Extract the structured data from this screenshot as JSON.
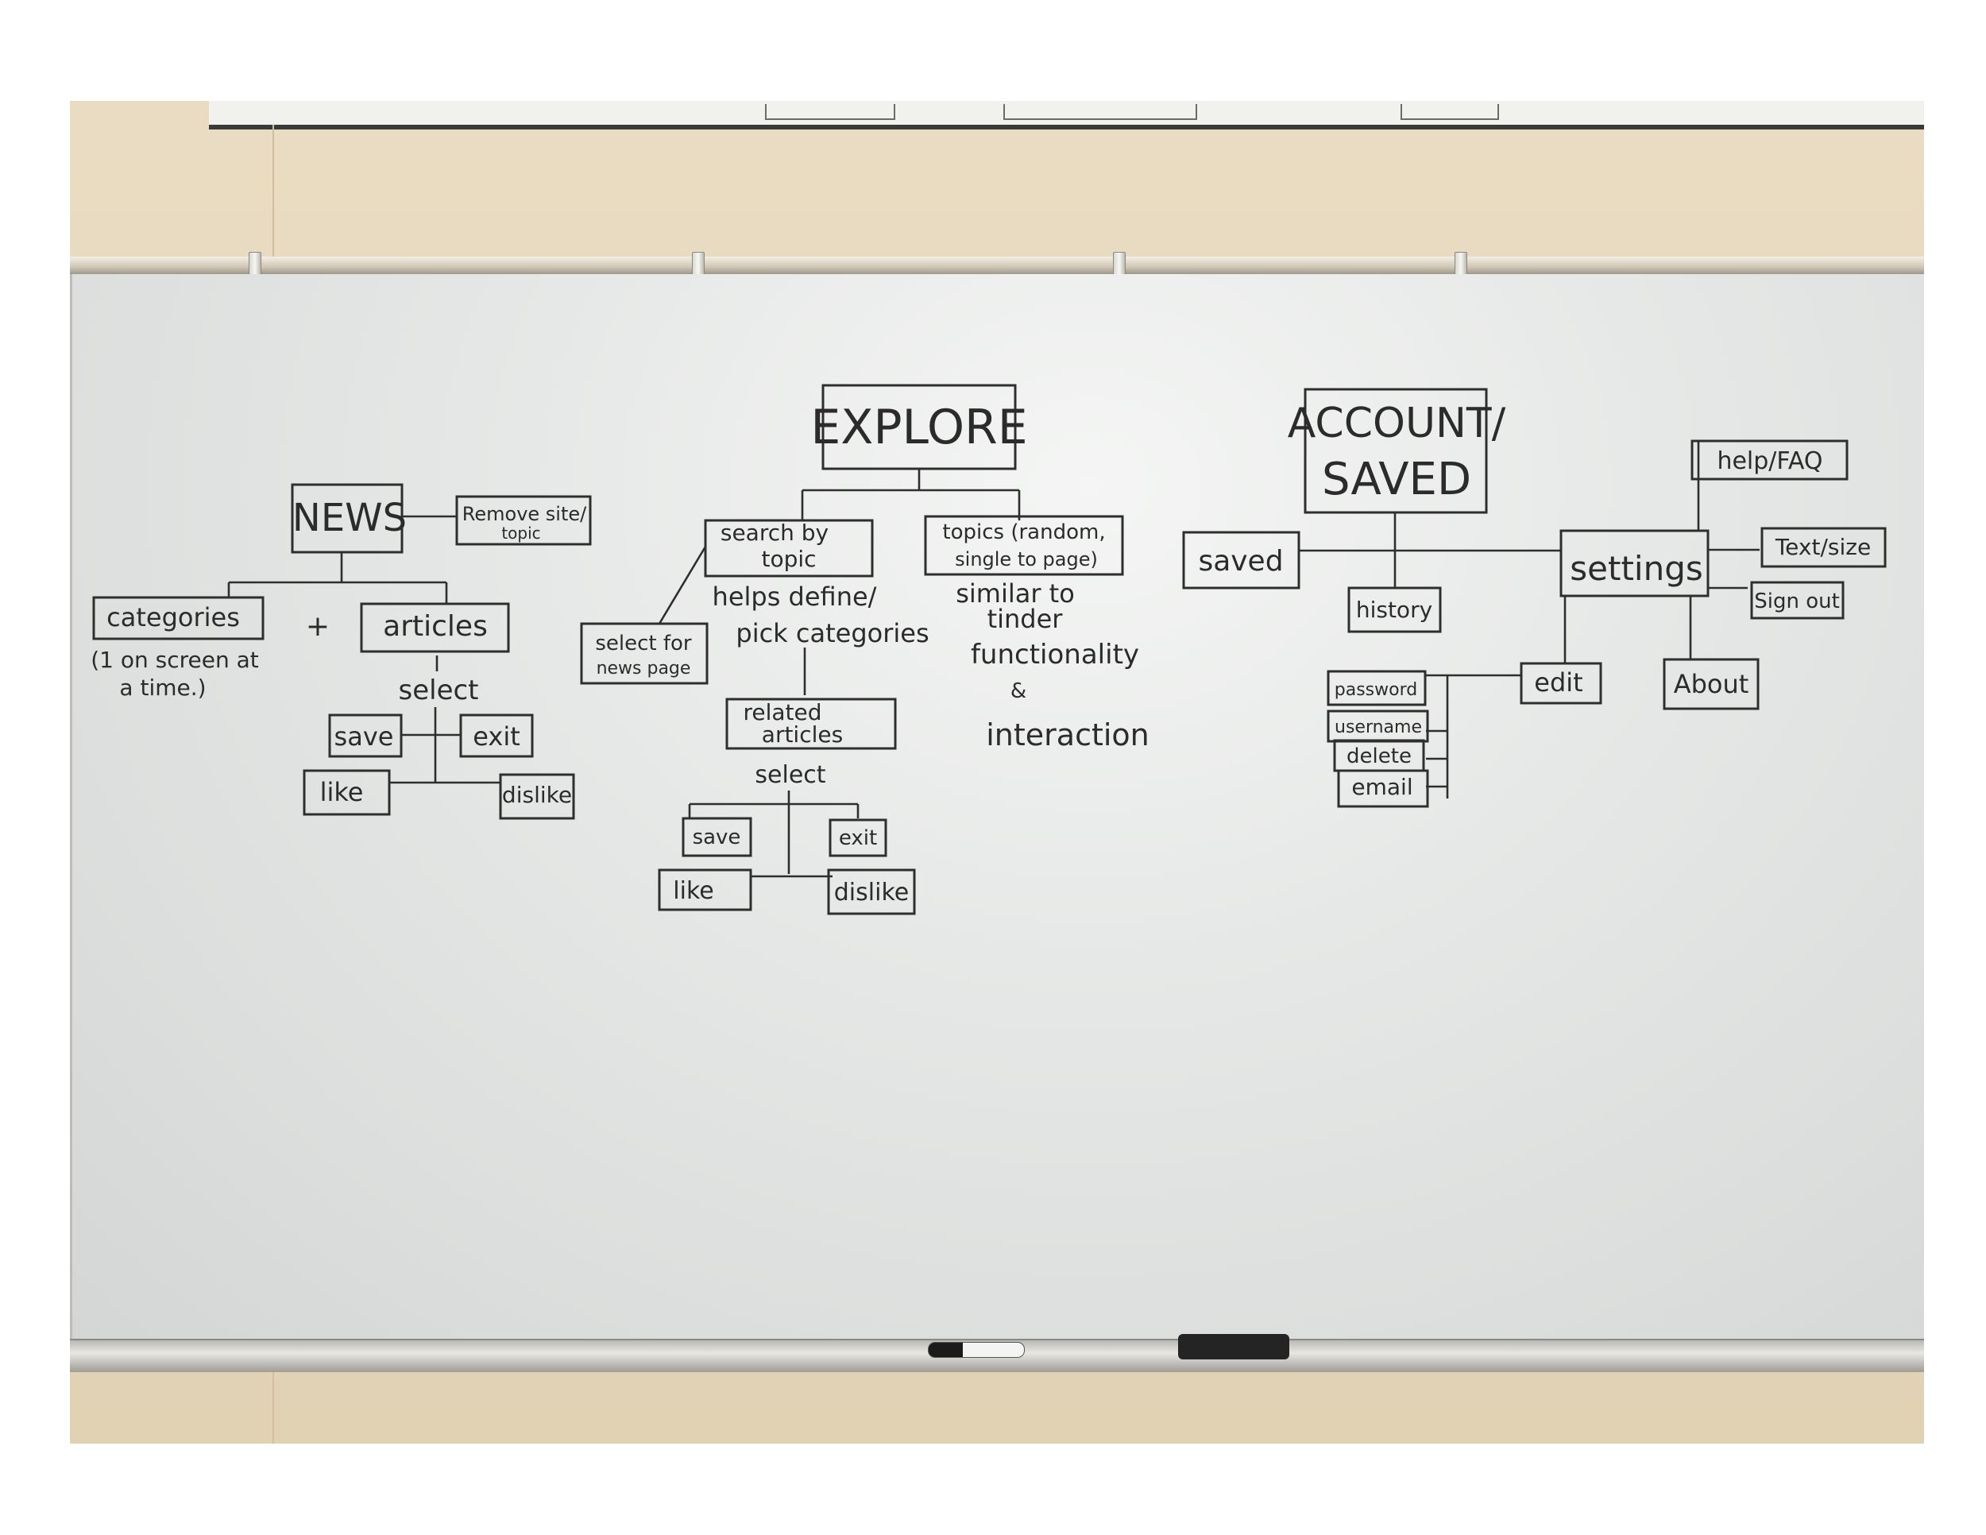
{
  "diagram": {
    "explore": {
      "title": "EXPLORE",
      "search_by_topic": [
        "search by",
        "topic"
      ],
      "topics_random": [
        "topics (random,",
        "single to page)"
      ],
      "helps_define": [
        "helps define/",
        "pick categories"
      ],
      "select_for_news": [
        "select for",
        "news page"
      ],
      "similar_to": [
        "similar to",
        "tinder",
        "functionality",
        "&",
        "interaction"
      ],
      "related_articles": [
        "related",
        "articles"
      ],
      "select": "select",
      "save": "save",
      "exit": "exit",
      "like": "like",
      "dislike": "dislike"
    },
    "news": {
      "title": "NEWS",
      "remove_site": [
        "Remove site/",
        "topic"
      ],
      "categories": "categories",
      "plus": "+",
      "articles": "articles",
      "categories_note": [
        "(1 on screen at",
        "a time.)"
      ],
      "select": "select",
      "save": "save",
      "exit": "exit",
      "like": "like",
      "dislike": "dislike"
    },
    "account": {
      "title": [
        "ACCOUNT/",
        "SAVED"
      ],
      "saved": "saved",
      "history": "history",
      "settings": "settings",
      "help_faq": "help/FAQ",
      "text_size": "Text/size",
      "sign_out": "Sign out",
      "about": "About",
      "edit": "edit",
      "password": "password",
      "username": "username",
      "delete": "delete",
      "email": "email"
    }
  },
  "colors": {
    "ink": "#2b2b2b",
    "board": "#e6e8e7",
    "wall": "#e6d7bb"
  }
}
